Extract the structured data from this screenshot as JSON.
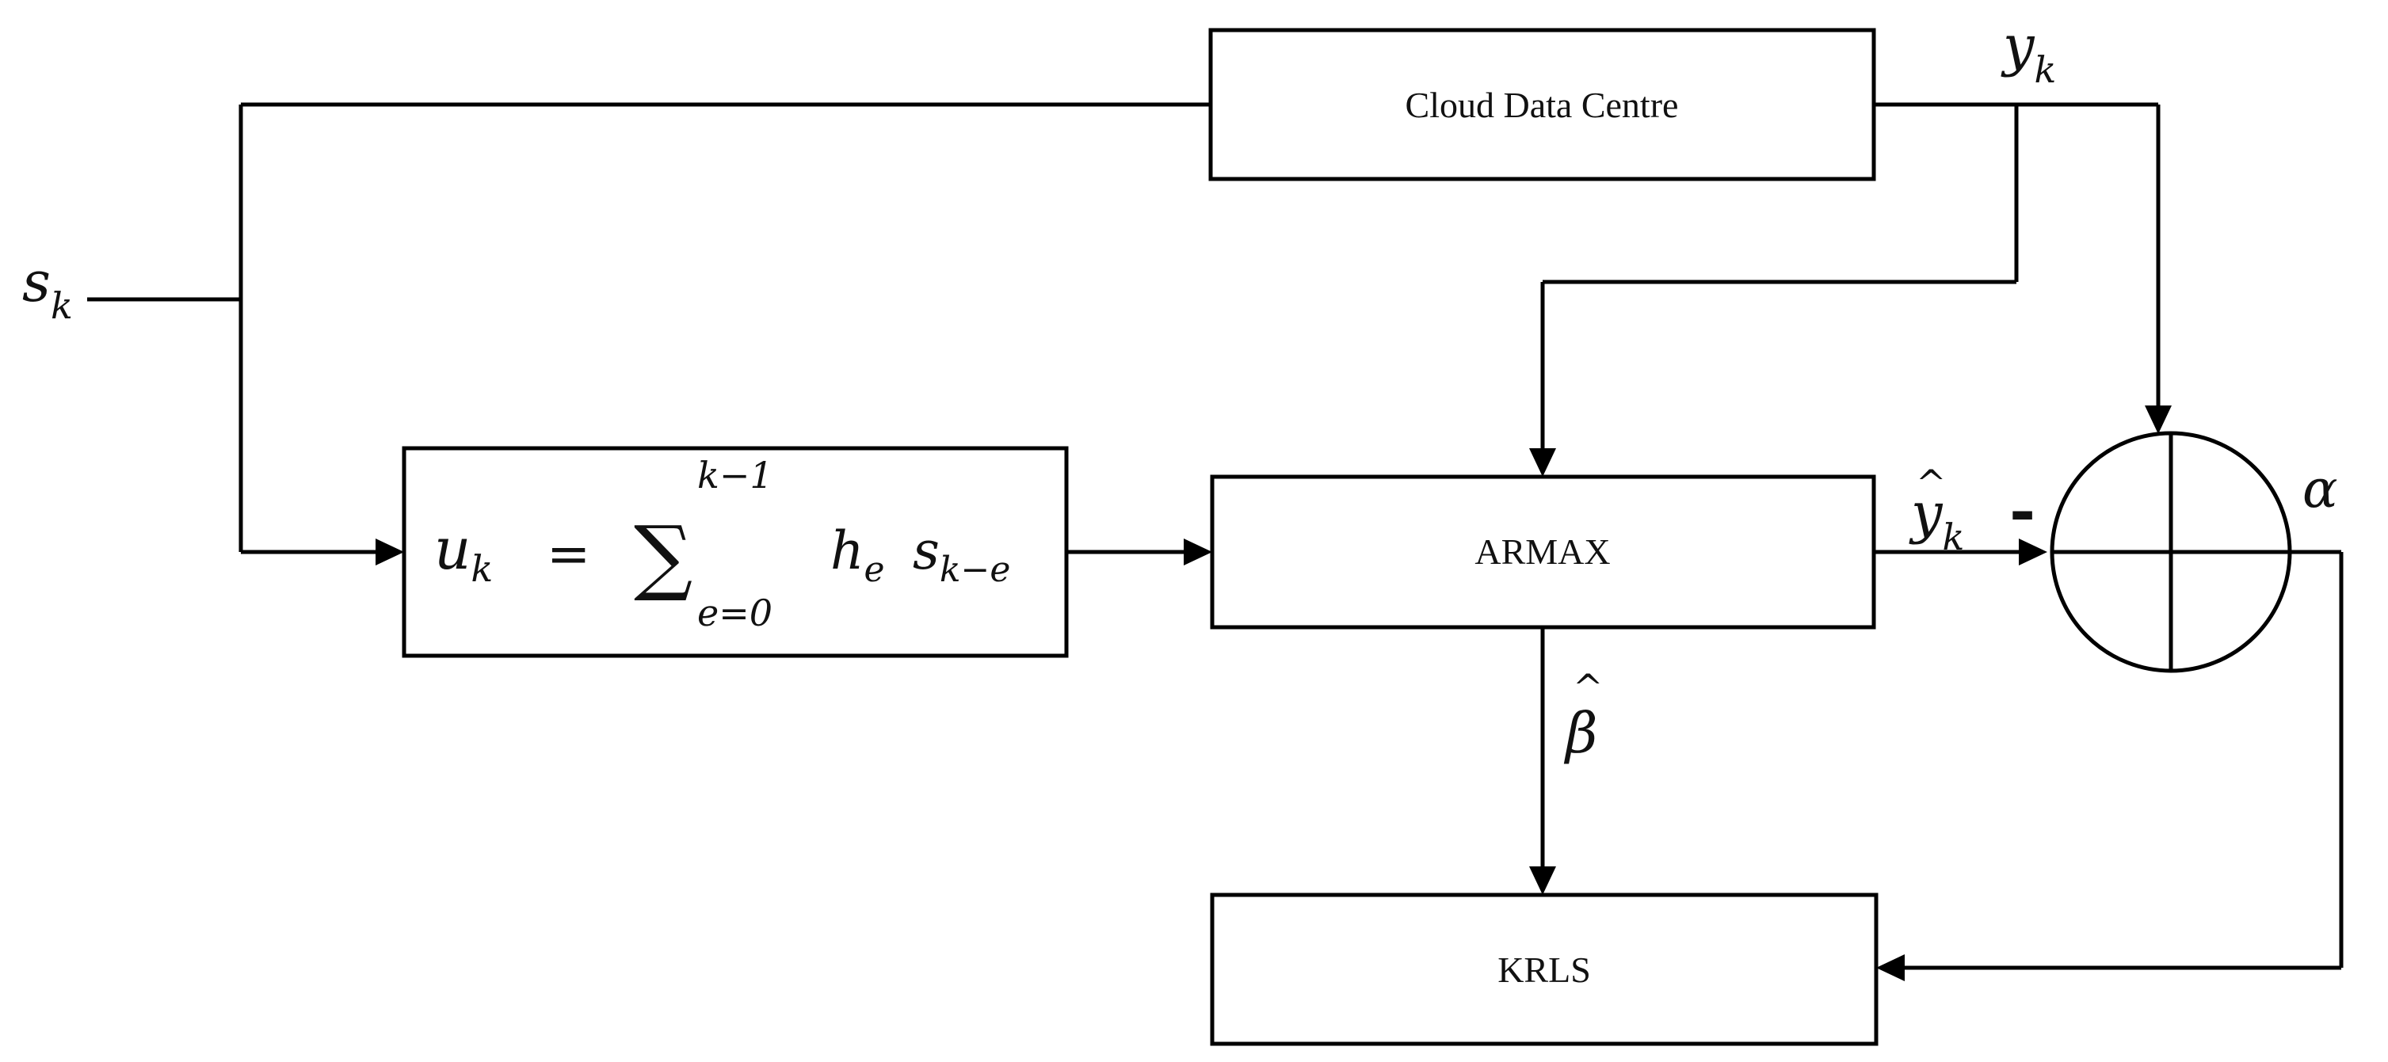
{
  "blocks": {
    "cloud": "Cloud Data Centre",
    "armax": "ARMAX",
    "krls": "KRLS"
  },
  "signals": {
    "input": {
      "base": "s",
      "sub": "k"
    },
    "output": {
      "base": "y",
      "sub": "k"
    },
    "estimate": {
      "base": "y",
      "sub": "k",
      "hat": "^"
    },
    "param": {
      "base": "β",
      "hat": "^"
    },
    "error": "α",
    "minus": "-"
  },
  "formula": {
    "lhs_base": "u",
    "lhs_sub": "k",
    "equals": "=",
    "sum": "∑",
    "upper": "k−1",
    "lower": "e=0",
    "term1_base": "h",
    "term1_sub": "e",
    "term2_base": "s",
    "term2_sub": "k−e"
  }
}
